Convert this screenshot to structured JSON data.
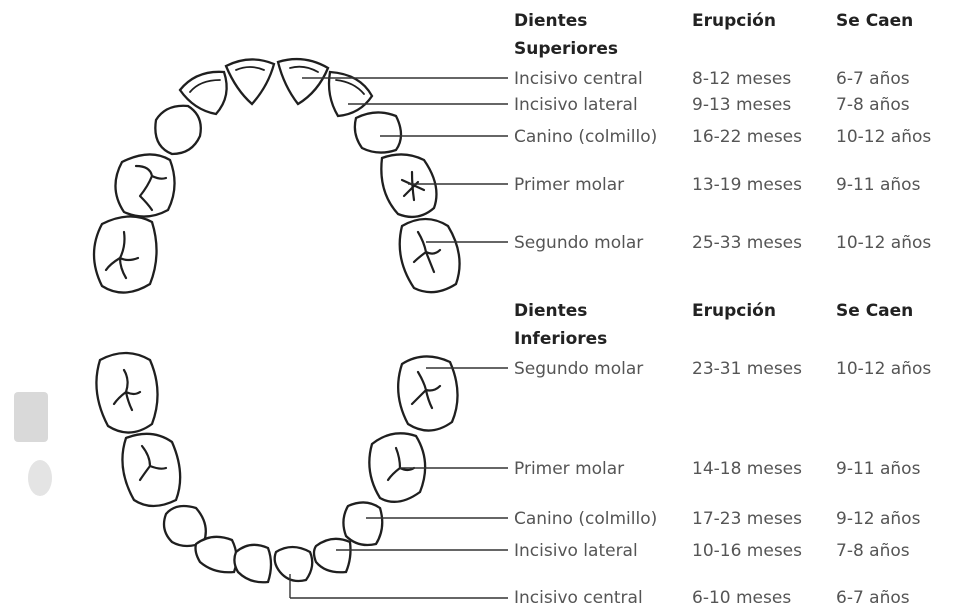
{
  "upper": {
    "headers": {
      "teeth": [
        "Dientes",
        "Superiores"
      ],
      "eruption": "Erupción",
      "falls": "Se Caen"
    },
    "rows": [
      {
        "name": "Incisivo central",
        "eruption": "8-12 meses",
        "falls": "6-7 años"
      },
      {
        "name": "Incisivo lateral",
        "eruption": "9-13 meses",
        "falls": "7-8 años"
      },
      {
        "name": "Canino (colmillo)",
        "eruption": "16-22 meses",
        "falls": "10-12 años"
      },
      {
        "name": "Primer molar",
        "eruption": "13-19 meses",
        "falls": "9-11 años"
      },
      {
        "name": "Segundo molar",
        "eruption": "25-33 meses",
        "falls": "10-12 años"
      }
    ]
  },
  "lower": {
    "headers": {
      "teeth": [
        "Dientes",
        "Inferiores"
      ],
      "eruption": "Erupción",
      "falls": "Se Caen"
    },
    "rows": [
      {
        "name": "Segundo molar",
        "eruption": "23-31 meses",
        "falls": "10-12 años"
      },
      {
        "name": "Primer molar",
        "eruption": "14-18 meses",
        "falls": "9-11 años"
      },
      {
        "name": "Canino (colmillo)",
        "eruption": "17-23 meses",
        "falls": "9-12 años"
      },
      {
        "name": "Incisivo lateral",
        "eruption": "10-16 meses",
        "falls": "7-8 años"
      },
      {
        "name": "Incisivo central",
        "eruption": "6-10 meses",
        "falls": "6-7 años"
      }
    ]
  }
}
